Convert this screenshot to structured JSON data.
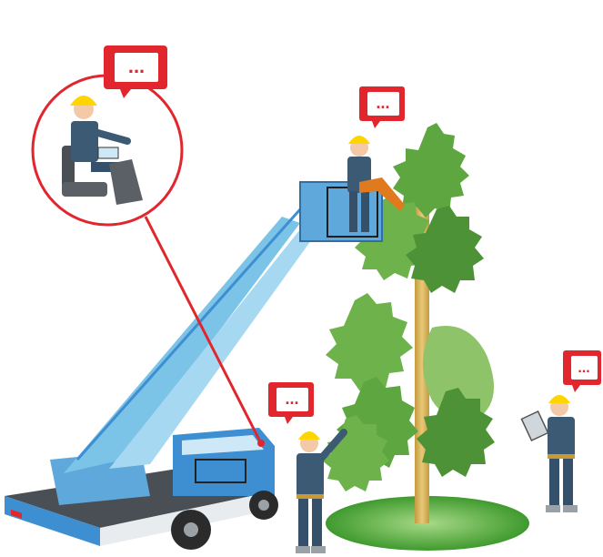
{
  "scene": {
    "speech_bubbles": [
      {
        "id": "operator",
        "icon": "speech-bubble-icon",
        "text": "..."
      },
      {
        "id": "basket-worker",
        "icon": "speech-bubble-icon",
        "text": "..."
      },
      {
        "id": "ground-worker",
        "icon": "speech-bubble-icon",
        "text": "..."
      },
      {
        "id": "supervisor",
        "icon": "speech-bubble-icon",
        "text": "..."
      }
    ],
    "colors": {
      "accent_red": "#e1262d",
      "truck_blue": "#3d8fd1",
      "boom_light_blue": "#7cc3e8",
      "helmet_yellow": "#ffd500",
      "uniform_navy": "#3d5a74",
      "foliage_green": "#5ea640",
      "trunk_tan": "#d9b45a",
      "grass_green": "#4fa838"
    }
  }
}
